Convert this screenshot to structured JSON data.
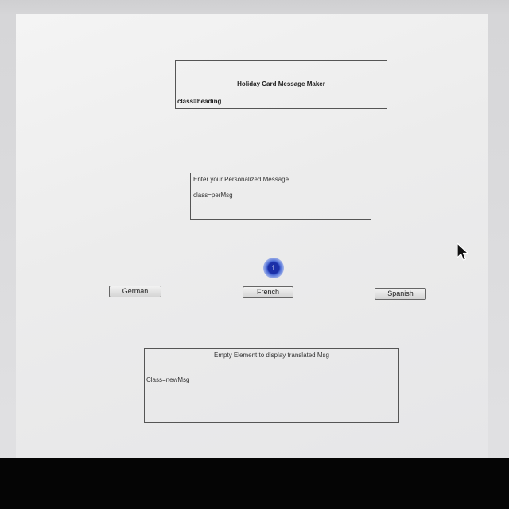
{
  "heading": {
    "title": "Holiday Card Message Maker",
    "class_note": "class=heading"
  },
  "personalized": {
    "title": "Enter your Personalized Message",
    "class_note": "class=perMsg"
  },
  "step_badge": {
    "number": "1",
    "color": "#1b2fa8"
  },
  "buttons": {
    "german": "German",
    "french": "French",
    "spanish": "Spanish"
  },
  "output": {
    "title": "Empty Element to display translated Msg",
    "class_note": "Class=newMsg"
  },
  "cursor": {
    "icon": "arrow-pointer-icon"
  }
}
